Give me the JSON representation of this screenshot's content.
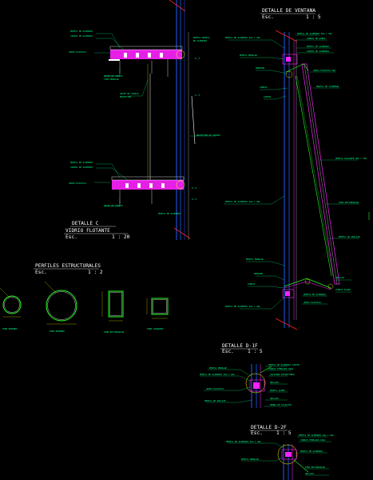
{
  "detail_ventana": {
    "title": "DETALLE DE VENTANA",
    "scale_label": "Esc.",
    "scale_value": "1 : 5"
  },
  "detalle_c": {
    "title": "DETALLE  C",
    "subtitle": "VIDRIO FLOTANTE",
    "scale_label": "Esc.",
    "scale_value": "1 : 20"
  },
  "perfiles": {
    "title": "PERFILES ESTRUCTURALES",
    "scale_label": "Esc.",
    "scale_value": "1 : 2",
    "items": [
      "TUBO REDONDO",
      "TUBO REDONDO",
      "TUBO RECTANGULAR",
      "TUBO CUADRADO"
    ]
  },
  "detalle_d1": {
    "title": "DETALLE  D-1F",
    "scale_label": "Esc.",
    "scale_value": "1 : 5"
  },
  "detalle_d2": {
    "title": "DETALLE  D-2F",
    "scale_label": "Esc.",
    "scale_value": "1 : 5"
  },
  "colors": {
    "background": "#000000",
    "text": "#ffffff",
    "structure": "#1f5bff",
    "accent": "#ff22ff",
    "dimension": "#ffff00",
    "leader": "#00ffff",
    "cut": "#ff2222",
    "glass": "#22ff22"
  }
}
